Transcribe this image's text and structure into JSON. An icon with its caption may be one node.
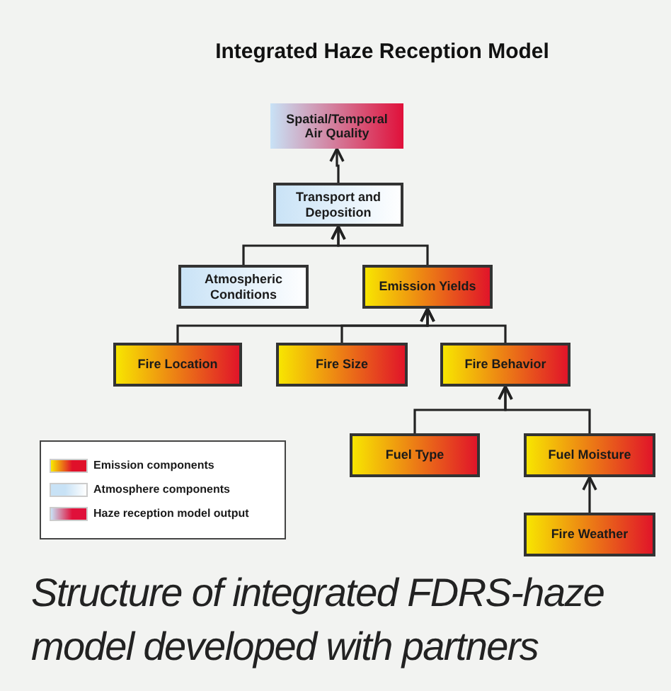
{
  "diagram": {
    "title": "Integrated Haze Reception Model",
    "caption": "Structure of integrated FDRS-haze model developed with partners",
    "nodes": [
      {
        "text": [
          "Spatial/Temporal Air Quality"
        ]
      },
      {
        "text": [
          "Transport and Deposition"
        ]
      },
      {
        "text": [
          "Atmospheric Conditions"
        ]
      },
      {
        "text": [
          "Emission Yields"
        ]
      },
      {
        "text": [
          "Fire Location"
        ]
      },
      {
        "text": [
          "Fire Size"
        ]
      },
      {
        "text": [
          "Fire Behavior"
        ]
      },
      {
        "text": [
          "Fuel Type"
        ]
      },
      {
        "text": [
          "Fuel Moisture"
        ]
      },
      {
        "text": [
          "Fire Weather"
        ]
      }
    ],
    "edges": [
      {
        "from": 1,
        "to": 0,
        "arrow": "to"
      },
      {
        "from": 2,
        "to": 1,
        "arrow": "to"
      },
      {
        "from": 3,
        "to": 1,
        "arrow": "to"
      },
      {
        "from": 4,
        "to": 3,
        "arrow": "to"
      },
      {
        "from": 5,
        "to": 3,
        "arrow": "to"
      },
      {
        "from": 6,
        "to": 3,
        "arrow": "to"
      },
      {
        "from": 7,
        "to": 6,
        "arrow": "to"
      },
      {
        "from": 8,
        "to": 6,
        "arrow": "to"
      },
      {
        "from": 9,
        "to": 8,
        "arrow": "to"
      }
    ],
    "legend": [
      {
        "text": "Emission components",
        "color": "#e0102a"
      },
      {
        "text": "Atmosphere components",
        "color": "#c8e2f6"
      },
      {
        "text": "Haze reception model output",
        "color": "#e0103a"
      }
    ]
  }
}
